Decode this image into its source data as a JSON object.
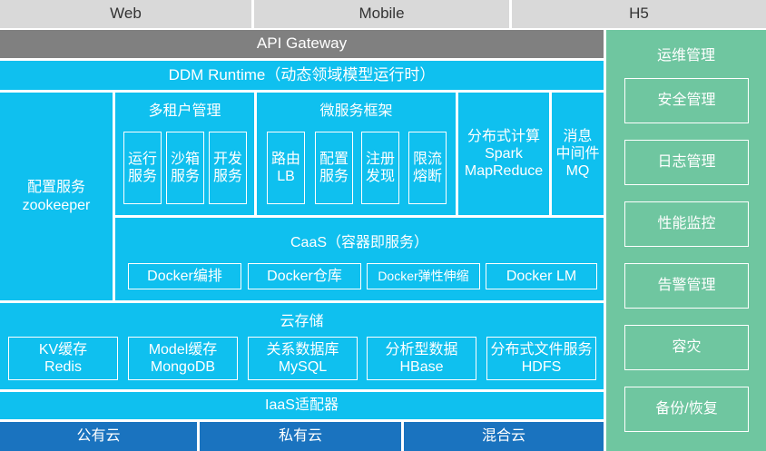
{
  "tabs": [
    "Web",
    "Mobile",
    "H5"
  ],
  "api_gateway": "API Gateway",
  "ddm_runtime": "DDM Runtime（动态领域模型运行时）",
  "config_service": "配置服务\nzookeeper",
  "multi_tenant": {
    "title": "多租户管理",
    "items": [
      "运行\n服务",
      "沙箱\n服务",
      "开发\n服务"
    ]
  },
  "microservice": {
    "title": "微服务框架",
    "items": [
      "路由\nLB",
      "配置\n服务",
      "注册\n发现",
      "限流\n熔断"
    ]
  },
  "distributed_compute": "分布式计算\nSpark\nMapReduce",
  "message_mq": "消息\n中间件\nMQ",
  "caas": {
    "title": "CaaS（容器即服务）",
    "items": [
      "Docker编排",
      "Docker仓库",
      "Docker弹性伸缩",
      "Docker LM"
    ]
  },
  "cloud_storage": {
    "title": "云存储",
    "items": [
      "KV缓存\nRedis",
      "Model缓存\nMongoDB",
      "关系数据库\nMySQL",
      "分析型数据\nHBase",
      "分布式文件服务\nHDFS"
    ]
  },
  "iaas": "IaaS适配器",
  "clouds": [
    "公有云",
    "私有云",
    "混合云"
  ],
  "ops": {
    "title": "运维管理",
    "items": [
      "安全管理",
      "日志管理",
      "性能监控",
      "告警管理",
      "容灾",
      "备份/恢复"
    ]
  }
}
